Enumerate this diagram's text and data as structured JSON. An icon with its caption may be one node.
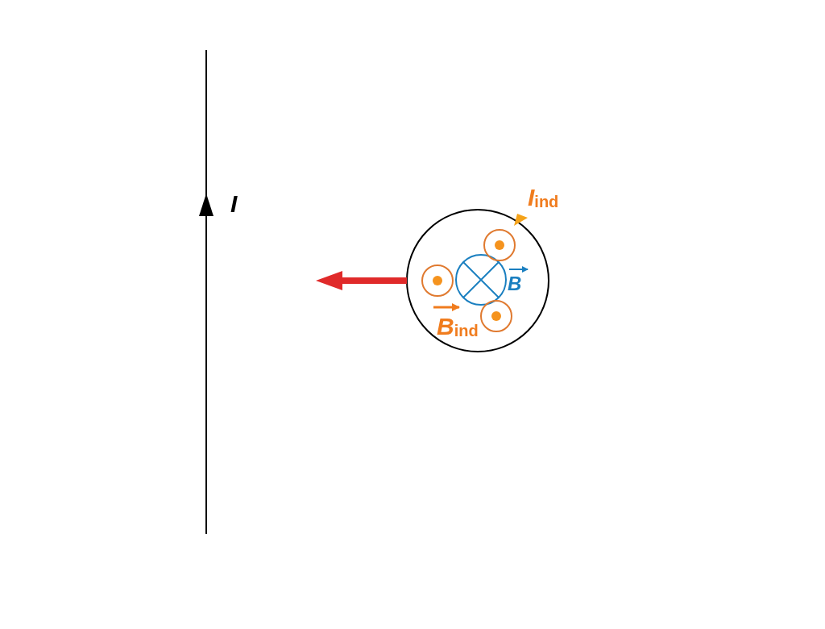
{
  "diagram": {
    "labels": [
      "I",
      "I$_{ind}$",
      "B",
      "B$_{ind}$"
    ]
  }
}
